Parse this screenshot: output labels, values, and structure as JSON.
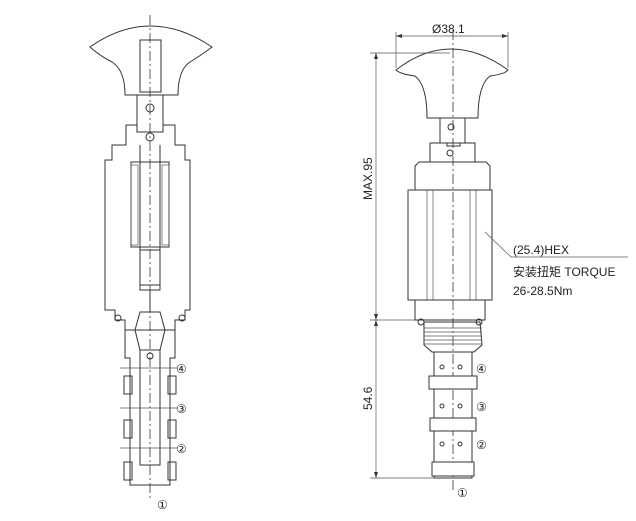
{
  "drawing": {
    "dimensions": {
      "knob_diameter": "Ø38.1",
      "max_length": "MAX.95",
      "insert_length": "54.6"
    },
    "hex_note": {
      "hex": "(25.4)HEX",
      "torque_label": "安装扭矩 TORQUE",
      "torque_value": "26-28.5Nm"
    },
    "ports": {
      "p1": "①",
      "p2": "②",
      "p3": "③",
      "p4": "④"
    }
  }
}
